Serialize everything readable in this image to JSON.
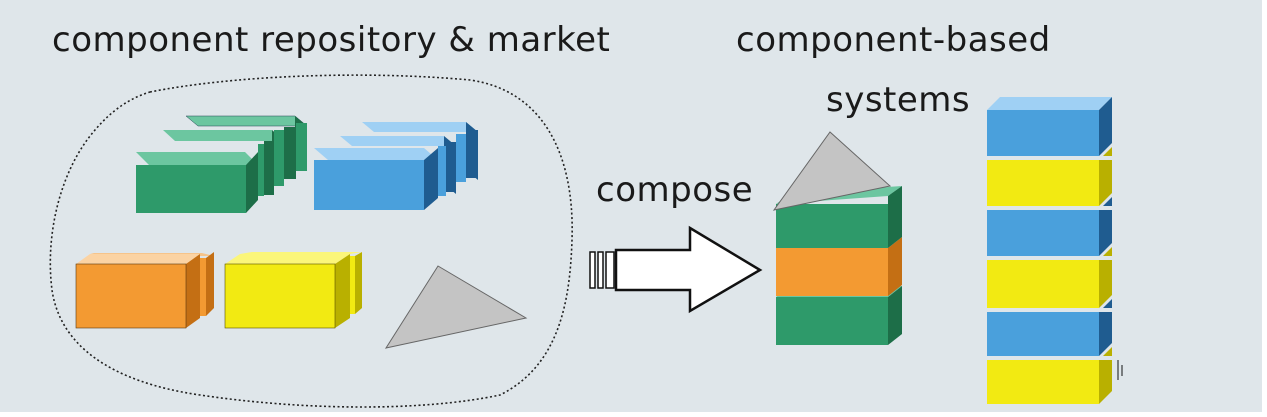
{
  "labels": {
    "repository": "component repository & market",
    "systems_line1": "component-based",
    "systems_line2": "systems",
    "compose": "compose"
  },
  "colors": {
    "background": "#dfe6ea",
    "green": "#2e9a6a",
    "blue": "#4aa0dc",
    "orange": "#f39a32",
    "yellow": "#f2ea12",
    "gray": "#c4c4c4"
  },
  "icons": {
    "arrow": "compose-arrow-icon",
    "boundary": "dotted-cloud-outline"
  }
}
